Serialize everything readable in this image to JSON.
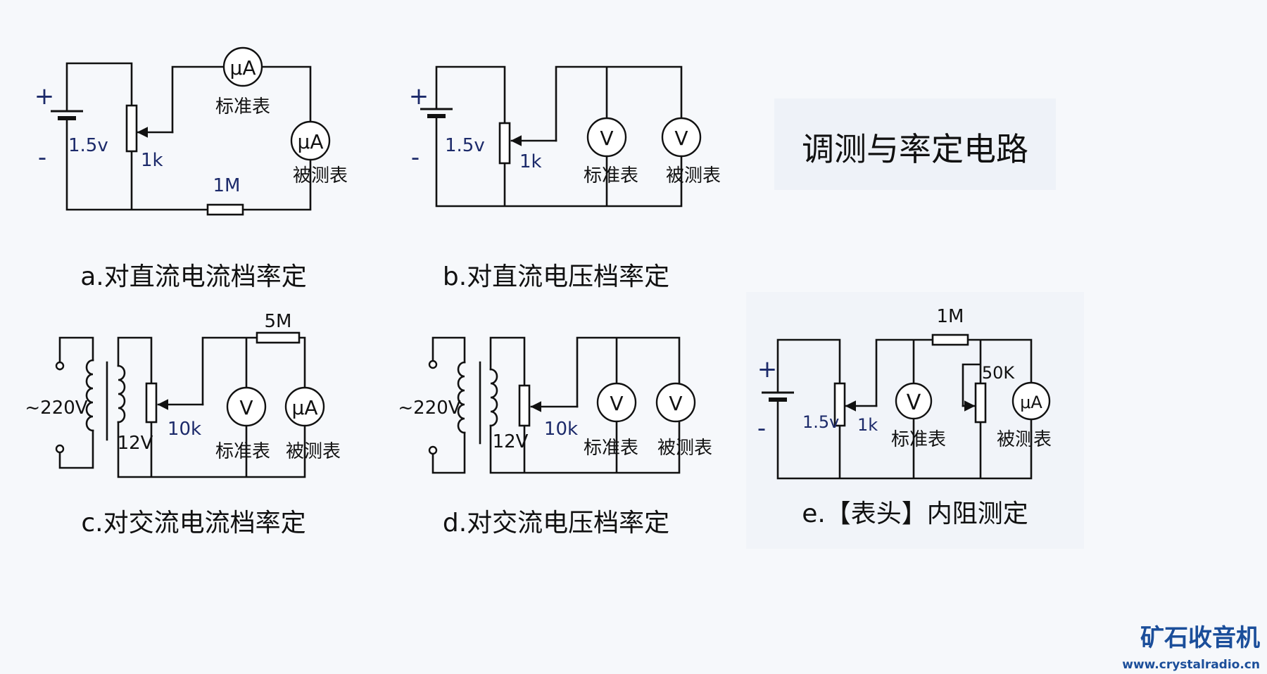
{
  "title": "调测与率定电路",
  "circuits": {
    "a": {
      "caption": "a.对直流电流档率定",
      "voltage": "1.5v",
      "plus": "+",
      "minus": "-",
      "pot": "1k",
      "resistor": "1M",
      "meter1": "μA",
      "meter2": "μA",
      "std": "标准表",
      "dut": "被测表"
    },
    "b": {
      "caption": "b.对直流电压档率定",
      "voltage": "1.5v",
      "plus": "+",
      "minus": "-",
      "pot": "1k",
      "meter1": "V",
      "meter2": "V",
      "std": "标准表",
      "dut": "被测表"
    },
    "c": {
      "caption": "c.对交流电流档率定",
      "input": "~220V",
      "secondary": "12V",
      "pot": "10k",
      "resistor": "5M",
      "meter1": "V",
      "meter2": "μA",
      "std": "标准表",
      "dut": "被测表"
    },
    "d": {
      "caption": "d.对交流电压档率定",
      "input": "~220V",
      "secondary": "12V",
      "pot": "10k",
      "meter1": "V",
      "meter2": "V",
      "std": "标准表",
      "dut": "被测表"
    },
    "e": {
      "caption": "e.【表头】内阻测定",
      "voltage": "1.5v",
      "plus": "+",
      "minus": "-",
      "pot": "1k",
      "resistor": "1M",
      "pot2": "50K",
      "meter1": "V",
      "meter2": "μA",
      "std": "标准表",
      "dut": "被测表"
    }
  },
  "watermark": {
    "name": "矿石收音机",
    "url": "www.crystalradio.cn"
  }
}
